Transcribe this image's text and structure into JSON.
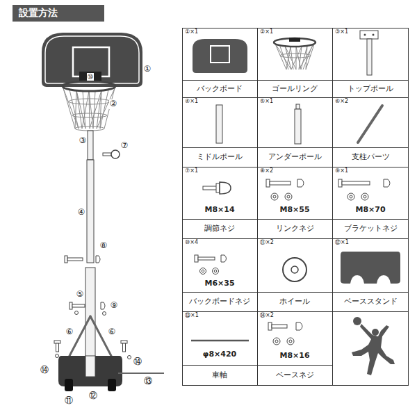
{
  "diagram": {
    "title": "設置方法",
    "labels": [
      "①",
      "⑩",
      "②",
      "③",
      "⑦",
      "④",
      "⑧",
      "⑤",
      "⑨",
      "⑥",
      "⑥",
      "⑭",
      "⑭",
      "⑬",
      "⑪",
      "⑫",
      "①×1",
      "②×1",
      "③×1",
      "バックボード",
      "ゴールリング",
      "トップポール",
      "④×1",
      "⑤×1",
      "⑥×2",
      "ミドルポール",
      "アンダーポール",
      "支柱パーツ",
      "⑦×1",
      "M8×14",
      "⑧×2",
      "M8×55",
      "⑨×1",
      "M8×70",
      "調節ネジ",
      "リンクネジ",
      "ブラケットネジ",
      "⑩×4",
      "M6×35",
      "⑪×2",
      "⑫×1",
      "バックボードネジ",
      "ホイール",
      "ベーススタンド",
      "⑬×1",
      "φ8×420",
      "⑭×2",
      "M8×16",
      "車軸",
      "ベースネジ"
    ]
  }
}
